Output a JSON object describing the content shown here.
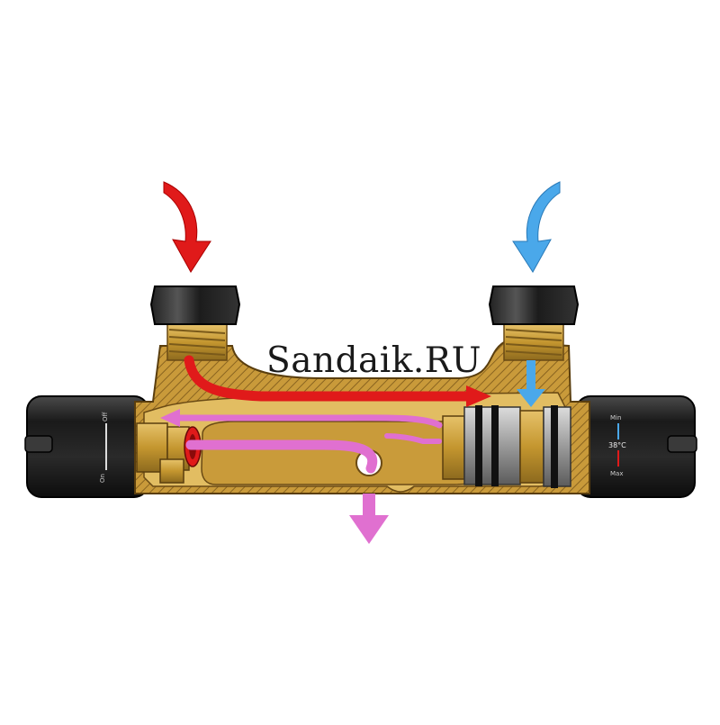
{
  "watermark": "Sandaik.RU",
  "left_knob": {
    "top_label": "Off",
    "bottom_label": "On"
  },
  "right_knob": {
    "top_label": "Min",
    "center_label": "38°C",
    "bottom_label": "Max"
  },
  "colors": {
    "hot": "#e01a1a",
    "cold": "#4aa8ea",
    "mixed": "#e070d0",
    "brass": "#c9a13f",
    "knob": "#1c1c1c"
  }
}
